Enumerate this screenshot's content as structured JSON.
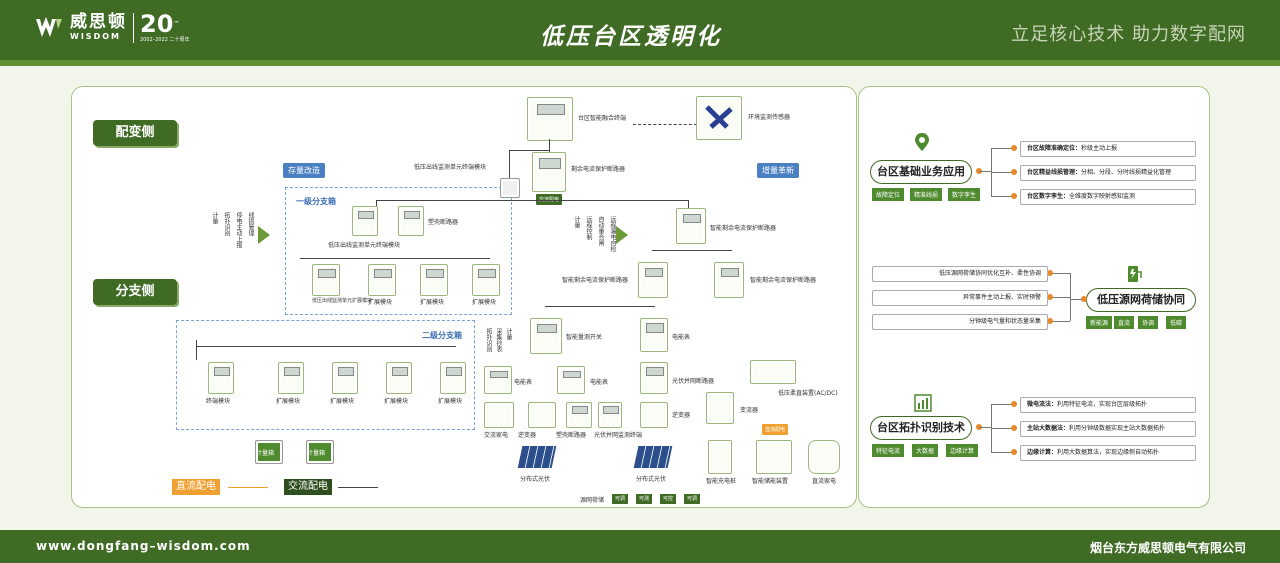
{
  "header": {
    "logo_cn": "威思顿",
    "logo_en": "WISDOM",
    "logo_anniv": "20",
    "logo_anniv_tm": "™",
    "logo_years": "2002–2022 二十周年",
    "title": "低压台区透明化",
    "slogan": "立足核心技术  助力数字配网"
  },
  "footer": {
    "website": "www.dongfang–wisdom.com",
    "company": "烟台东方威思顿电气有限公司"
  },
  "left": {
    "side_top": "配变侧",
    "side_bottom": "分支侧",
    "tag_stock": "存量改造",
    "tag_increment": "增量革新",
    "level1": "一级分支箱",
    "level2": "二级分支箱",
    "fusion_terminal": "台区智能融合终端",
    "env_sensor": "环境监测传感器",
    "lv_outlet_unit": "低压出线监测单元终端模块",
    "residual_breaker": "剩余电流保护断路器",
    "ac_label": "交流配电",
    "plastic_breaker": "塑壳断路器",
    "lv_outlet_unit2": "低压出线监测单元终端模块",
    "outlet_small": "低压出线监测单元扩展模块",
    "expand": "扩展模块",
    "terminal_module": "终端模块",
    "smart_residual": "智能剩余电流保护断路器",
    "smart_switch": "智能量测开关",
    "meter": "电能表",
    "pv_breaker": "光伏并网断路器",
    "lv_dc_device": "低压柔直装置(AC/DC)",
    "inverter": "逆变器",
    "ac_charger": "交流家电",
    "plastic_breaker2": "塑壳断路器",
    "pv_terminal": "光伏并网监测终端",
    "converter": "变流器",
    "dc_label": "直流配电",
    "smart_charger": "智能充电桩",
    "storage": "智能储能装置",
    "dc_appliance": "直流家电",
    "pv": "分布式光伏",
    "pv2": "分布式光伏",
    "meterbox": "计量箱",
    "meterbox2": "计量箱",
    "source_label": "源网荷储",
    "sched": [
      "可调",
      "可测",
      "可控",
      "可调"
    ],
    "vtexts_left": [
      "计量",
      "拓扑识别",
      "停电主动上报",
      "线损管理"
    ],
    "vtexts_mid": [
      "计量",
      "远程控制",
      "自动重合闸",
      "远程漏电自检"
    ],
    "vtexts_bottom": [
      "拓扑识别",
      "采集抄表",
      "计量"
    ],
    "legend_dc": "直流配电",
    "legend_ac": "交流配电"
  },
  "right": {
    "sec1": {
      "title": "台区基础业务应用",
      "chips": [
        "故障定位",
        "精准线损",
        "数字孪生"
      ],
      "items": [
        {
          "head": "台区故障准确定位：",
          "text": "秒级主动上报"
        },
        {
          "head": "台区精益线损管理：",
          "text": "分相、分段、分时线损精益化管理"
        },
        {
          "head": "台区数字孪生：",
          "text": "全维度数字映射感知监测"
        }
      ]
    },
    "sec2": {
      "title": "低压源网荷储协同",
      "chips": [
        "新能源",
        "直流",
        "协调",
        "低碳"
      ],
      "items": [
        "低压源网荷储协同优化互补、柔性协调",
        "异常事件主动上报、实时预警",
        "分钟级电气量和状态量采集"
      ]
    },
    "sec3": {
      "title": "台区拓扑识别技术",
      "chips": [
        "特征电流",
        "大数据",
        "边缘计算"
      ],
      "items": [
        {
          "head": "微电流法：",
          "text": "利用特征电流，实现台区层级拓扑"
        },
        {
          "head": "主站大数据法：",
          "text": "利用分钟级数据实现主站大数据拓扑"
        },
        {
          "head": "边缘计算：",
          "text": "利用大数据算法，实现边缘侧自动拓扑"
        }
      ]
    },
    "colors": {
      "brand_green": "#3f6b24",
      "accent_orange": "#e9892a",
      "tag_blue": "#4a7fc1"
    }
  }
}
